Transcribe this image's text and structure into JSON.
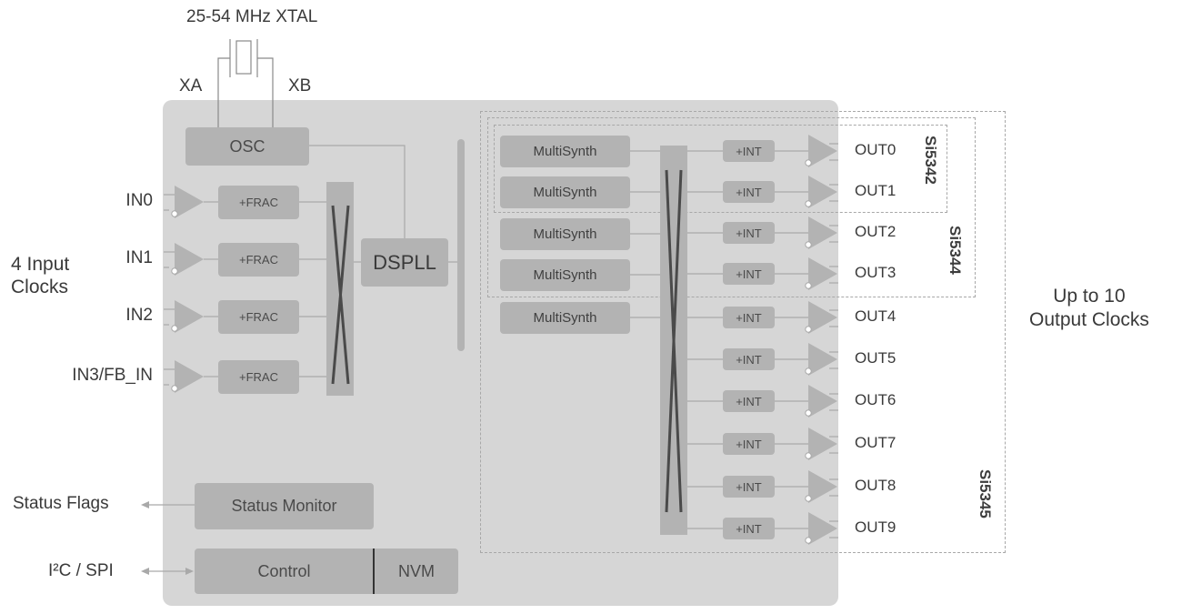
{
  "crystal": {
    "title": "25-54 MHz XTAL",
    "pin_a": "XA",
    "pin_b": "XB"
  },
  "left_labels": {
    "input_group": [
      "4 Input",
      "Clocks"
    ],
    "status_flags": "Status Flags",
    "interface": "I²C / SPI"
  },
  "right_labels": {
    "output_group": [
      "Up to 10",
      "Output Clocks"
    ]
  },
  "blocks": {
    "osc": "OSC",
    "dspll": "DSPLL",
    "status_monitor": "Status Monitor",
    "control": "Control",
    "nvm": "NVM"
  },
  "inputs": [
    {
      "name": "IN0",
      "divider": "+FRAC"
    },
    {
      "name": "IN1",
      "divider": "+FRAC"
    },
    {
      "name": "IN2",
      "divider": "+FRAC"
    },
    {
      "name": "IN3/FB_IN",
      "divider": "+FRAC"
    }
  ],
  "multisynths": [
    "MultiSynth",
    "MultiSynth",
    "MultiSynth",
    "MultiSynth",
    "MultiSynth"
  ],
  "outputs": [
    {
      "name": "OUT0",
      "divider": "+INT"
    },
    {
      "name": "OUT1",
      "divider": "+INT"
    },
    {
      "name": "OUT2",
      "divider": "+INT"
    },
    {
      "name": "OUT3",
      "divider": "+INT"
    },
    {
      "name": "OUT4",
      "divider": "+INT"
    },
    {
      "name": "OUT5",
      "divider": "+INT"
    },
    {
      "name": "OUT6",
      "divider": "+INT"
    },
    {
      "name": "OUT7",
      "divider": "+INT"
    },
    {
      "name": "OUT8",
      "divider": "+INT"
    },
    {
      "name": "OUT9",
      "divider": "+INT"
    }
  ],
  "variants": [
    {
      "name": "Si5342",
      "outputs": 2
    },
    {
      "name": "Si5344",
      "outputs": 4
    },
    {
      "name": "Si5345",
      "outputs": 10
    }
  ],
  "colors": {
    "panel": "#d6d6d6",
    "block": "#b3b3b3",
    "wire": "#a9a9a9",
    "crossbar_line": "#4a4a4a",
    "text": "#3a3a3a"
  }
}
